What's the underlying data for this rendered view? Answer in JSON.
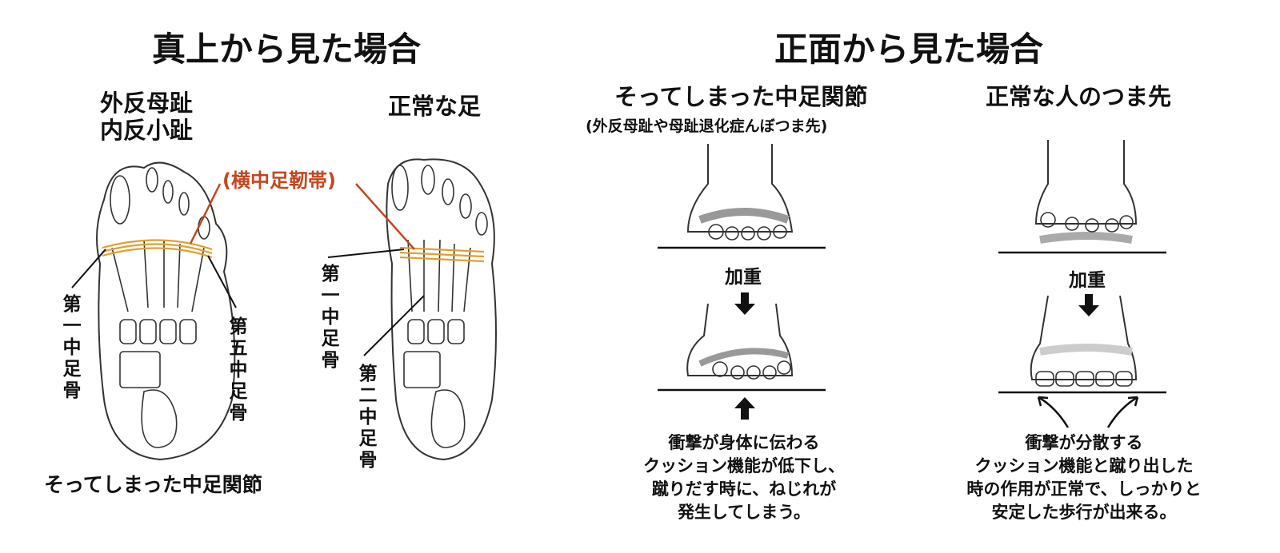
{
  "left": {
    "title": "真上から見た場合",
    "abnormal_heading_line1": "外反母趾",
    "abnormal_heading_line2": "内反小趾",
    "normal_heading": "正常な足",
    "ligament_label": "(横中足靭帯)",
    "label_first_metatarsal_left": "第一中足骨",
    "label_fifth_metatarsal": "第五中足骨",
    "label_first_metatarsal_right": "第一中足骨",
    "label_second_metatarsal": "第二中足骨",
    "caption": "そってしまった中足関節"
  },
  "right": {
    "title": "正面から見た場合",
    "abnormal_heading": "そってしまった中足関節",
    "abnormal_subheading": "(外反母趾や母趾退化症んぼつま先)",
    "normal_heading": "正常な人のつま先",
    "load_label_left": "加重",
    "load_label_right": "加重",
    "abnormal_desc": [
      "衝撃が身体に伝わる",
      "クッション機能が低下し、",
      "蹴りだす時に、ねじれが",
      "発生してしまう。"
    ],
    "normal_desc": [
      "衝撃が分散する",
      "クッション機能と蹴り出した",
      "時の作用が正常で、しっかりと",
      "安定した歩行が出来る。"
    ]
  },
  "colors": {
    "ligament": "#e0a030",
    "ligament_line": "#c2471f"
  }
}
